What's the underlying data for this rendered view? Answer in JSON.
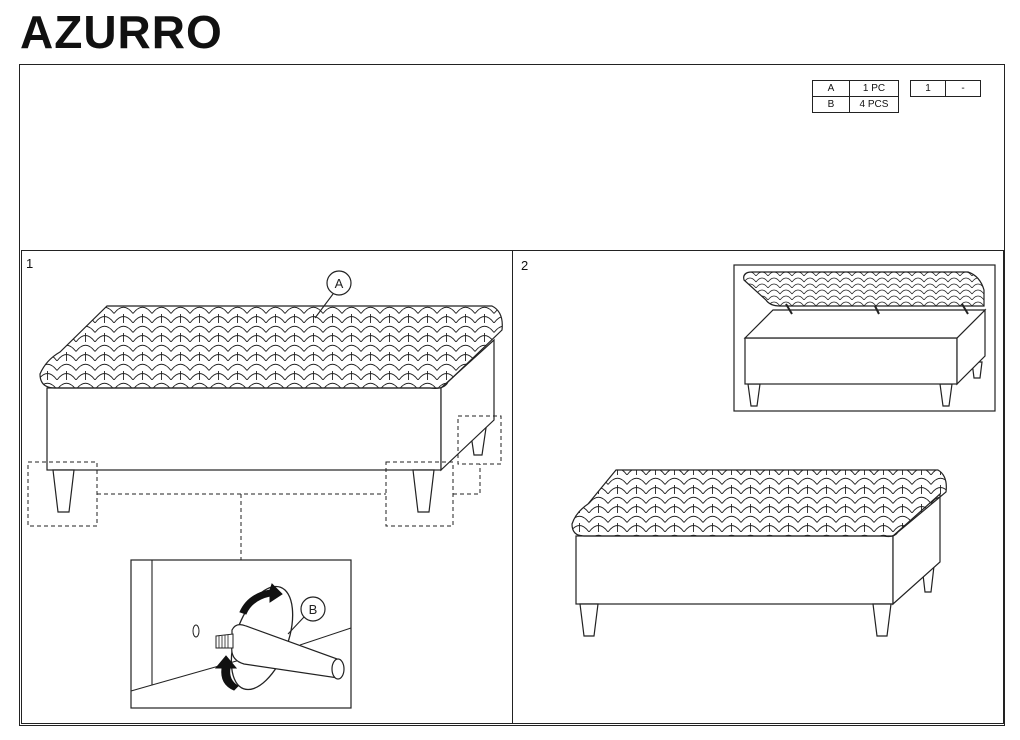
{
  "document": {
    "title": "AZURRO"
  },
  "parts": [
    {
      "letter": "A",
      "qty": "1 PC"
    },
    {
      "letter": "B",
      "qty": "4 PCS"
    }
  ],
  "page_box": {
    "page": "1",
    "total": "-"
  },
  "steps": {
    "step1": {
      "number": "1",
      "callout_a": "A",
      "callout_b": "B"
    },
    "step2": {
      "number": "2"
    }
  },
  "colors": {
    "line": "#222222",
    "background": "#ffffff"
  }
}
